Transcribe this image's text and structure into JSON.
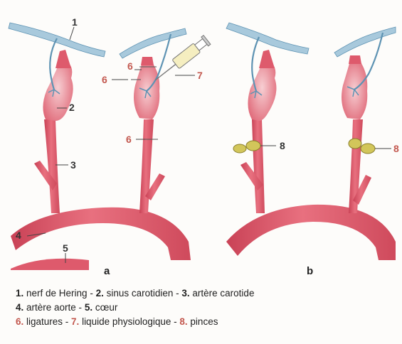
{
  "colors": {
    "artery": "#de5a6c",
    "artery_light": "#f2b9bf",
    "nerve": "#a8c9dc",
    "nerve_stroke": "#5e93b3",
    "label_black": "#333333",
    "label_red": "#c3584f",
    "clamp": "#d2c65a"
  },
  "panels": [
    {
      "id": "a",
      "label": "a",
      "callouts": [
        {
          "num": "1",
          "target": "nerf de Hering",
          "color": "black"
        },
        {
          "num": "2",
          "target": "sinus carotidien",
          "color": "black"
        },
        {
          "num": "3",
          "target": "artère carotide",
          "color": "black"
        },
        {
          "num": "4",
          "target": "artère aorte",
          "color": "black"
        },
        {
          "num": "5",
          "target": "cœur",
          "color": "black"
        },
        {
          "num": "6",
          "target": "ligatures",
          "color": "red"
        },
        {
          "num": "6",
          "target": "ligatures",
          "color": "red"
        },
        {
          "num": "6",
          "target": "ligatures",
          "color": "red"
        },
        {
          "num": "7",
          "target": "liquide physiologique",
          "color": "red"
        }
      ]
    },
    {
      "id": "b",
      "label": "b",
      "callouts": [
        {
          "num": "8",
          "target": "pinces",
          "color": "black"
        },
        {
          "num": "8",
          "target": "pinces",
          "color": "red"
        }
      ]
    }
  ],
  "legend": {
    "line1": [
      {
        "num": "1.",
        "text": " nerf de Hering - "
      },
      {
        "num": "2.",
        "text": " sinus carotidien - "
      },
      {
        "num": "3.",
        "text": " artère carotide"
      }
    ],
    "line2": [
      {
        "num": "4.",
        "text": " artère aorte - "
      },
      {
        "num": "5.",
        "text": " cœur"
      }
    ],
    "line3": [
      {
        "num": "6.",
        "text": " ligatures - "
      },
      {
        "num": "7.",
        "text": " liquide physiologique - "
      },
      {
        "num": "8.",
        "text": " pinces"
      }
    ]
  }
}
